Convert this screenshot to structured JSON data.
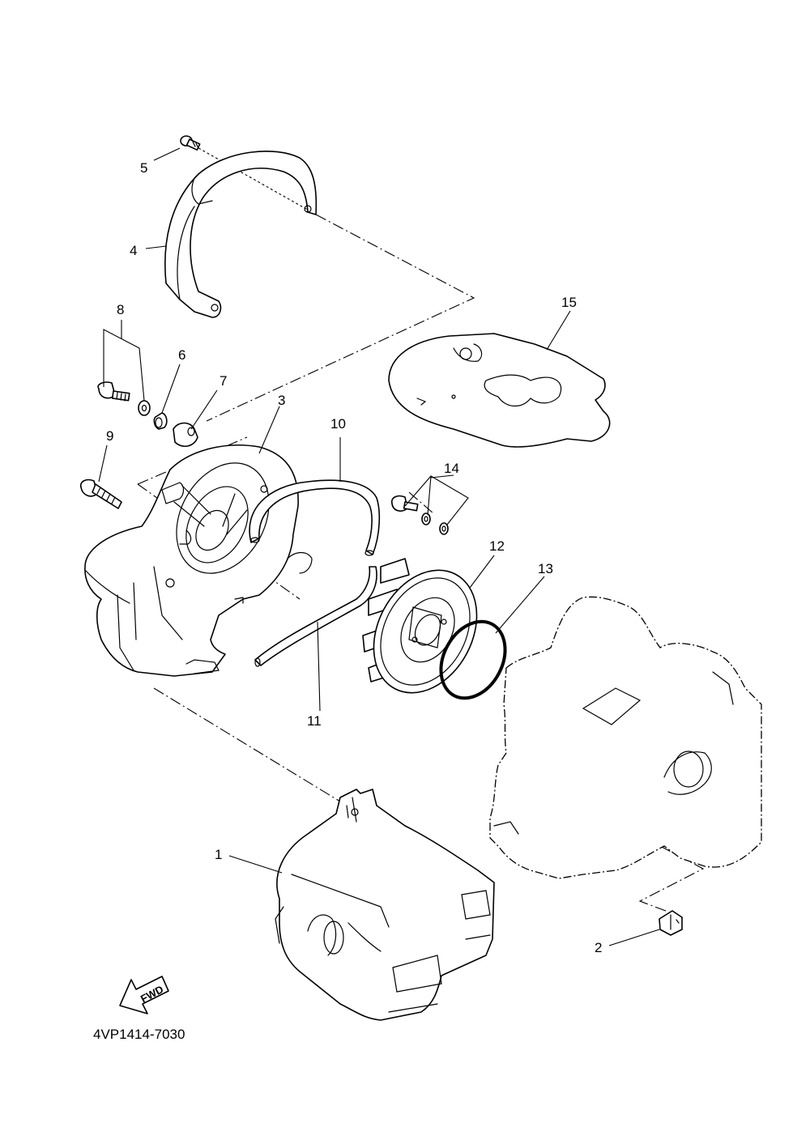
{
  "diagram": {
    "code": "4VP1414-7030",
    "fwd_label": "FWD",
    "callouts": [
      {
        "id": "c1",
        "label": "1"
      },
      {
        "id": "c2",
        "label": "2"
      },
      {
        "id": "c3",
        "label": "3"
      },
      {
        "id": "c4",
        "label": "4"
      },
      {
        "id": "c5",
        "label": "5"
      },
      {
        "id": "c6",
        "label": "6"
      },
      {
        "id": "c7",
        "label": "7"
      },
      {
        "id": "c8",
        "label": "8"
      },
      {
        "id": "c9",
        "label": "9"
      },
      {
        "id": "c10",
        "label": "10"
      },
      {
        "id": "c11",
        "label": "11"
      },
      {
        "id": "c12",
        "label": "12"
      },
      {
        "id": "c13",
        "label": "13"
      },
      {
        "id": "c14",
        "label": "14"
      },
      {
        "id": "c15",
        "label": "15"
      }
    ]
  }
}
